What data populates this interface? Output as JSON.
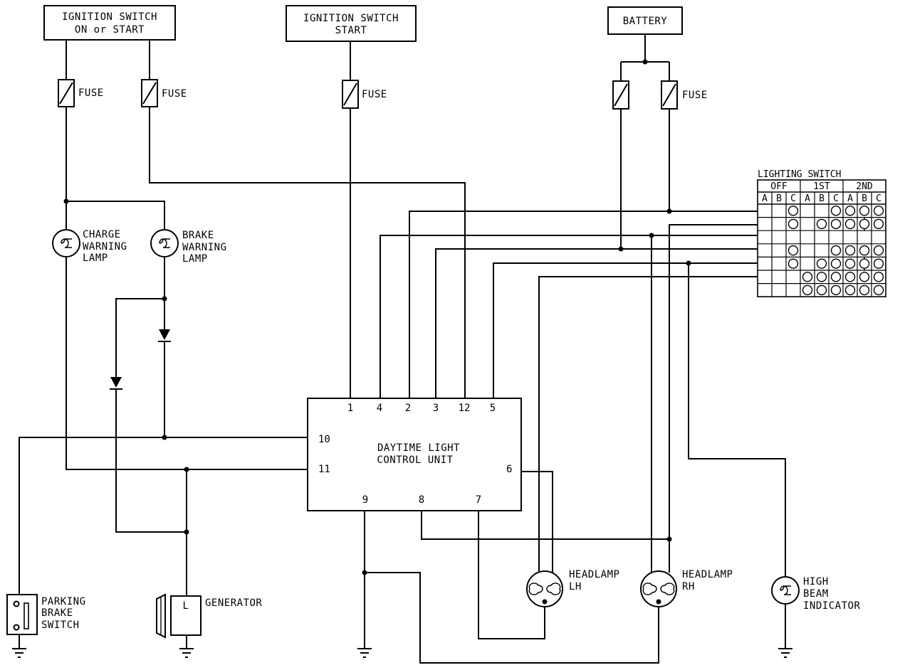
{
  "labels": {
    "ign_on_start_1": "IGNITION SWITCH",
    "ign_on_start_2": "ON or START",
    "ign_start_1": "IGNITION SWITCH",
    "ign_start_2": "START",
    "battery": "BATTERY",
    "fuse": "FUSE",
    "charge_1": "CHARGE",
    "charge_2": "WARNING",
    "charge_3": "LAMP",
    "brake_1": "BRAKE",
    "brake_2": "WARNING",
    "brake_3": "LAMP",
    "dlcu_1": "DAYTIME LIGHT",
    "dlcu_2": "CONTROL UNIT",
    "parking_1": "PARKING",
    "parking_2": "BRAKE",
    "parking_3": "SWITCH",
    "generator": "GENERATOR",
    "generator_terminal": "L",
    "hl_lh_1": "HEADLAMP",
    "hl_lh_2": "LH",
    "hl_rh_1": "HEADLAMP",
    "hl_rh_2": "RH",
    "hbi_1": "HIGH",
    "hbi_2": "BEAM",
    "hbi_3": "INDICATOR"
  },
  "pins": {
    "p1": "1",
    "p4": "4",
    "p2": "2",
    "p3": "3",
    "p12": "12",
    "p5": "5",
    "p10": "10",
    "p11": "11",
    "p6": "6",
    "p9": "9",
    "p8": "8",
    "p7": "7"
  },
  "lighting_switch": {
    "title": "LIGHTING SWITCH",
    "positions": [
      "OFF",
      "1ST",
      "2ND"
    ],
    "columns": [
      "A",
      "B",
      "C",
      "A",
      "B",
      "C",
      "A",
      "B",
      "C"
    ],
    "grid": [
      [
        0,
        0,
        1,
        0,
        0,
        1,
        1,
        1,
        1
      ],
      [
        0,
        0,
        1,
        0,
        1,
        1,
        1,
        2,
        1
      ],
      [
        0,
        0,
        0,
        0,
        0,
        0,
        0,
        0,
        0
      ],
      [
        0,
        0,
        1,
        0,
        0,
        1,
        1,
        1,
        1
      ],
      [
        0,
        0,
        1,
        0,
        1,
        1,
        1,
        2,
        1
      ],
      [
        0,
        0,
        0,
        1,
        1,
        1,
        1,
        1,
        1
      ],
      [
        0,
        0,
        0,
        1,
        1,
        1,
        1,
        1,
        1
      ]
    ]
  }
}
